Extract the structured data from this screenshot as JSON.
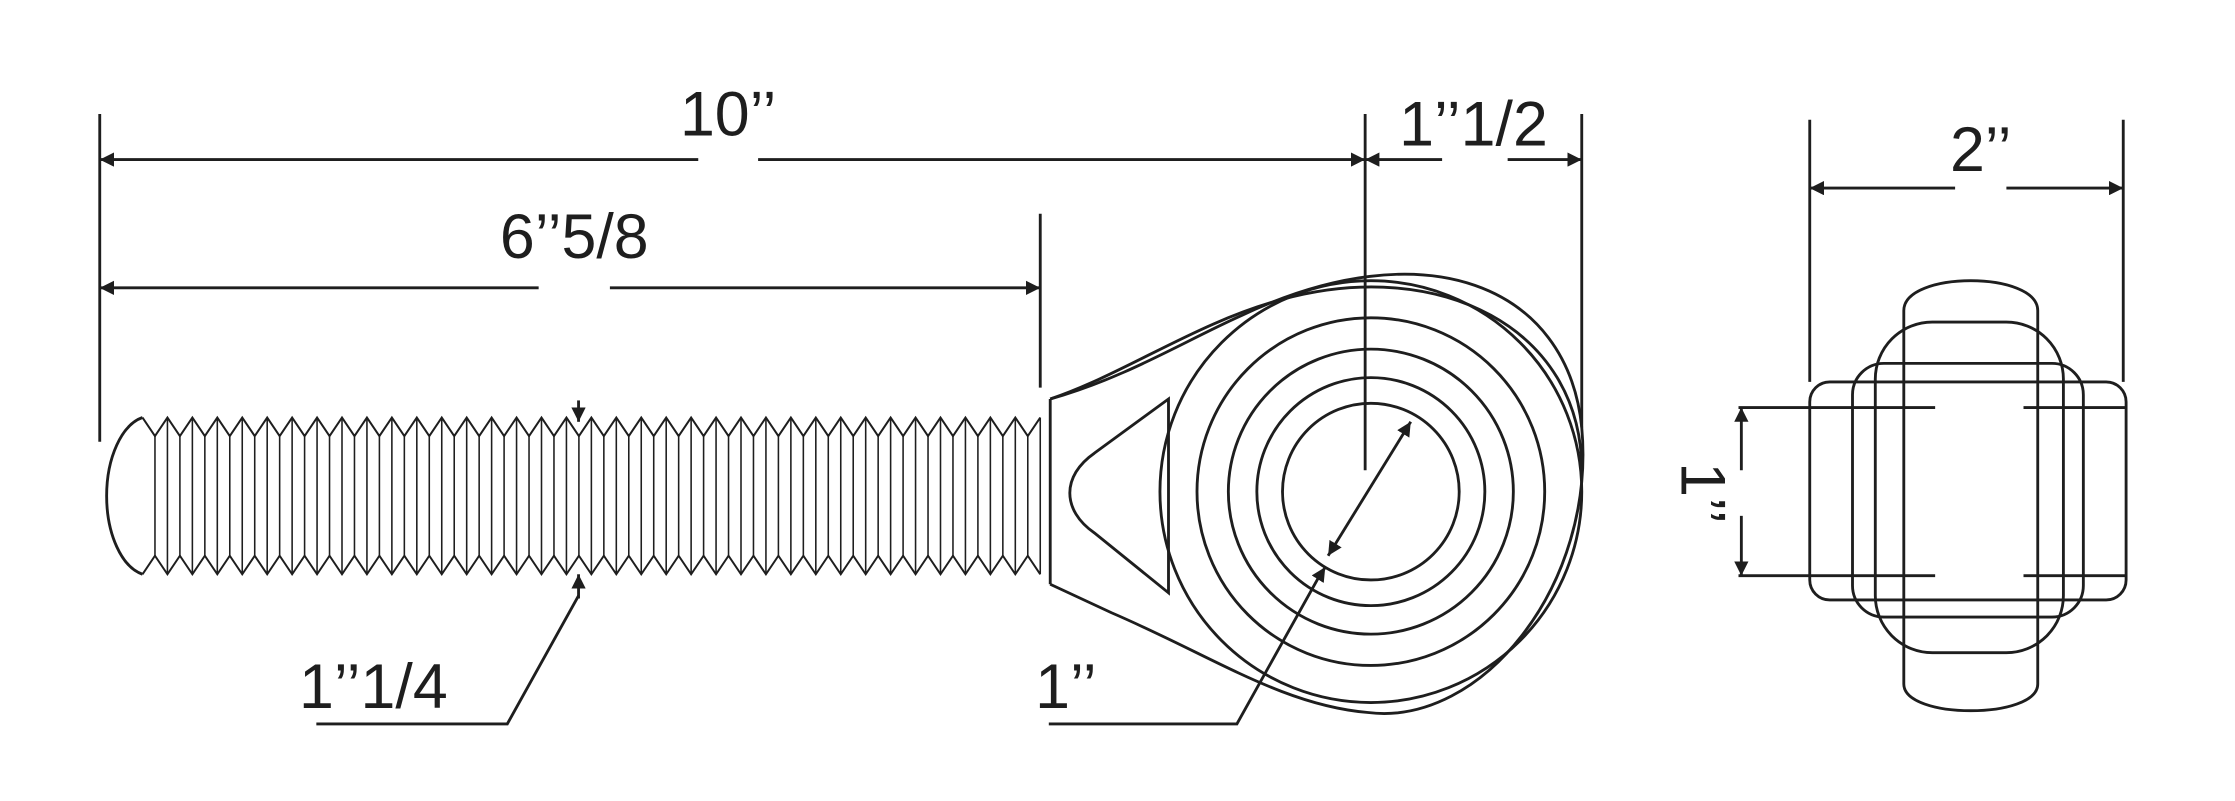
{
  "dimensions": {
    "overall_length": "10’’",
    "thread_length": "6’’5/8",
    "eye_offset": "1’’1/2",
    "thread_diameter": "1’’1/4",
    "bore_diameter": "1’’",
    "ball_width": "2’’",
    "bore_side": "1’’"
  },
  "colors": {
    "line": "#1e1e1e",
    "background": "#ffffff"
  }
}
